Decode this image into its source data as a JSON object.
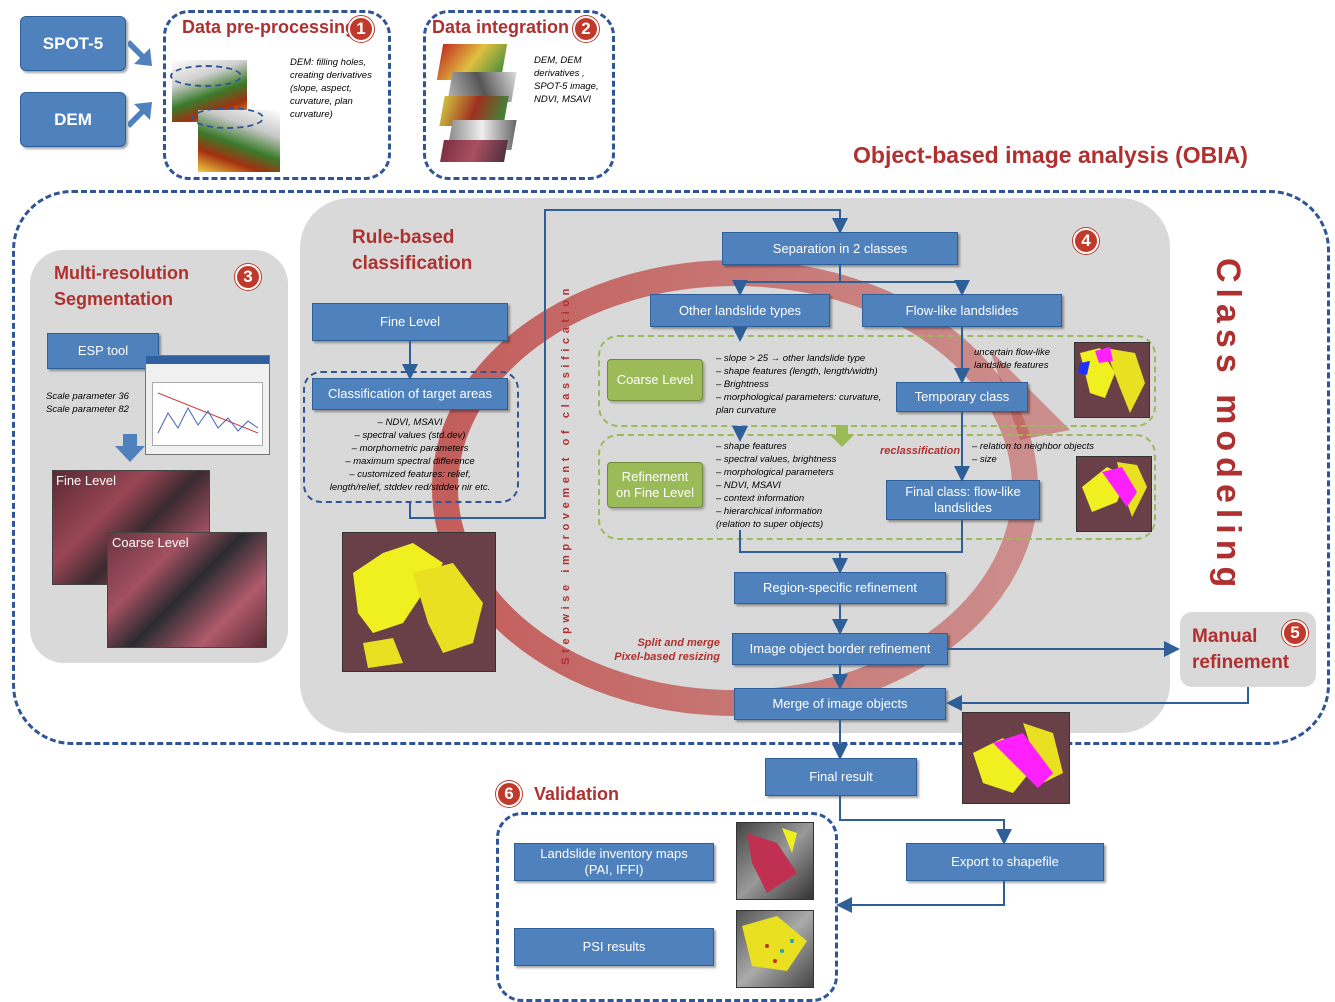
{
  "inputs": {
    "spot": "SPOT-5",
    "dem": "DEM"
  },
  "step1": {
    "title": "Data pre-processing",
    "num": "1",
    "note": [
      "DEM: filling holes,",
      "creating derivatives",
      "(slope, aspect,",
      "curvature, plan",
      "curvature)"
    ]
  },
  "step2": {
    "title": "Data integration",
    "num": "2",
    "note": [
      "DEM, DEM",
      "derivatives ,",
      "SPOT-5 image,",
      "NDVI, MSAVI"
    ]
  },
  "obia": {
    "title": "Object-based image analysis (OBIA)"
  },
  "class_modeling": "Class modeling",
  "step3": {
    "title": [
      "Multi-resolution",
      "Segmentation"
    ],
    "num": "3",
    "esp": "ESP tool",
    "scale": [
      "Scale parameter 36",
      "Scale parameter 82"
    ],
    "fine": "Fine Level",
    "coarse": "Coarse Level"
  },
  "rule": {
    "title": [
      "Rule-based",
      "classification"
    ],
    "fine_level": "Fine Level",
    "target": "Classification of target areas",
    "target_list": [
      "– NDVI, MSAVI",
      "– spectral values (std.dev)",
      "– morphometric parameters",
      "– maximum spectral difference",
      "– customized features: relief,",
      "length/relief, stddev red/stddev nir etc."
    ]
  },
  "stepwise": "Stepwise improvement of classification",
  "step4": {
    "num": "4",
    "separation": "Separation in 2 classes",
    "other": "Other landslide types",
    "flow": "Flow-like landslides",
    "coarse": "Coarse Level",
    "coarse_list": [
      "– slope > 25 → other landslide type",
      "– shape features (length, length/width)",
      "– Brightness",
      "– morphological parameters: curvature,",
      "   plan curvature"
    ],
    "uncertain": [
      "uncertain flow-like",
      "landslide features"
    ],
    "temporary": "Temporary class",
    "refinement": [
      "Refinement",
      "on Fine Level"
    ],
    "refine_list": [
      "– shape features",
      "– spectral values, brightness",
      "– morphological parameters",
      "– NDVI, MSAVI",
      "– context information",
      "– hierarchical information",
      "   (relation  to super objects)"
    ],
    "reclass": "reclassification",
    "neighbor": [
      "– relation to neighbor objects",
      "– size"
    ],
    "final_class": [
      "Final class: flow-like",
      "landslides"
    ]
  },
  "region": "Region-specific refinement",
  "split": [
    "Split and merge",
    "Pixel-based resizing"
  ],
  "border": "Image object border refinement",
  "merge": "Merge of image objects",
  "step5": {
    "title": [
      "Manual",
      "refinement"
    ],
    "num": "5"
  },
  "final_result": "Final result",
  "export": "Export to shapefile",
  "step6": {
    "title": "Validation",
    "num": "6",
    "inventory": [
      "Landslide inventory maps",
      "(PAI, IFFI)"
    ],
    "psi": "PSI results"
  },
  "colors": {
    "accent_blue": "#4f81bd",
    "title_red": "#b03030",
    "green": "#9bbb59",
    "dash_blue": "#2f5597"
  }
}
